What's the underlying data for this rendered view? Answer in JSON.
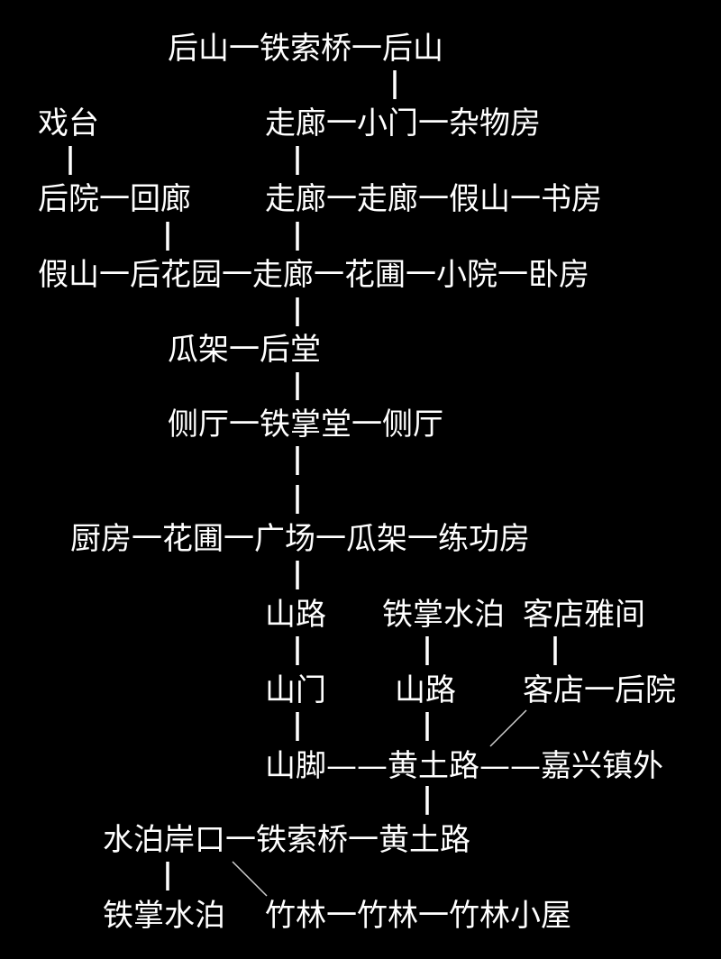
{
  "rows": [
    {
      "id": "r1",
      "items": [
        "后山",
        "铁索桥",
        "后山"
      ],
      "seps": [
        "一",
        "一"
      ]
    },
    {
      "id": "r2a",
      "items": [
        "戏台"
      ],
      "seps": []
    },
    {
      "id": "r2b",
      "items": [
        "走廊",
        "小门",
        "杂物房"
      ],
      "seps": [
        "一",
        "一"
      ]
    },
    {
      "id": "r3a",
      "items": [
        "后院",
        "回廊"
      ],
      "seps": [
        "一"
      ]
    },
    {
      "id": "r3b",
      "items": [
        "走廊",
        "走廊",
        "假山",
        "书房"
      ],
      "seps": [
        "一",
        "一",
        "一"
      ]
    },
    {
      "id": "r4",
      "items": [
        "假山",
        "后花园",
        "走廊",
        "花圃",
        "小院",
        "卧房"
      ],
      "seps": [
        "一",
        "一",
        "一",
        "一",
        "一"
      ]
    },
    {
      "id": "r5",
      "items": [
        "瓜架",
        "后堂"
      ],
      "seps": [
        "一"
      ]
    },
    {
      "id": "r6",
      "items": [
        "侧厅",
        "铁掌堂",
        "侧厅"
      ],
      "seps": [
        "一",
        "一"
      ]
    },
    {
      "id": "r7",
      "items": [
        "厨房",
        "花圃",
        "广场",
        "瓜架",
        "练功房"
      ],
      "seps": [
        "一",
        "一",
        "一",
        "一"
      ]
    },
    {
      "id": "r8a",
      "items": [
        "山路"
      ],
      "seps": []
    },
    {
      "id": "r8b",
      "items": [
        "铁掌水泊"
      ],
      "seps": []
    },
    {
      "id": "r8c",
      "items": [
        "客店雅间"
      ],
      "seps": []
    },
    {
      "id": "r9a",
      "items": [
        "山门"
      ],
      "seps": []
    },
    {
      "id": "r9b",
      "items": [
        "山路"
      ],
      "seps": []
    },
    {
      "id": "r9c",
      "items": [
        "客店",
        "后院"
      ],
      "seps": [
        "一"
      ]
    },
    {
      "id": "r10",
      "items": [
        "山脚",
        "黄土路",
        "嘉兴镇外"
      ],
      "seps": [
        "——",
        "——"
      ]
    },
    {
      "id": "r11",
      "items": [
        "水泊岸口",
        "铁索桥",
        "黄土路"
      ],
      "seps": [
        "一",
        "一"
      ]
    },
    {
      "id": "r12a",
      "items": [
        "铁掌水泊"
      ],
      "seps": []
    },
    {
      "id": "r12b",
      "items": [
        "竹林",
        "竹林",
        "竹林小屋"
      ],
      "seps": [
        "一",
        "一"
      ]
    }
  ],
  "colors": {
    "background": "#000000",
    "text": "#ffffff",
    "line": "#ffffff"
  }
}
